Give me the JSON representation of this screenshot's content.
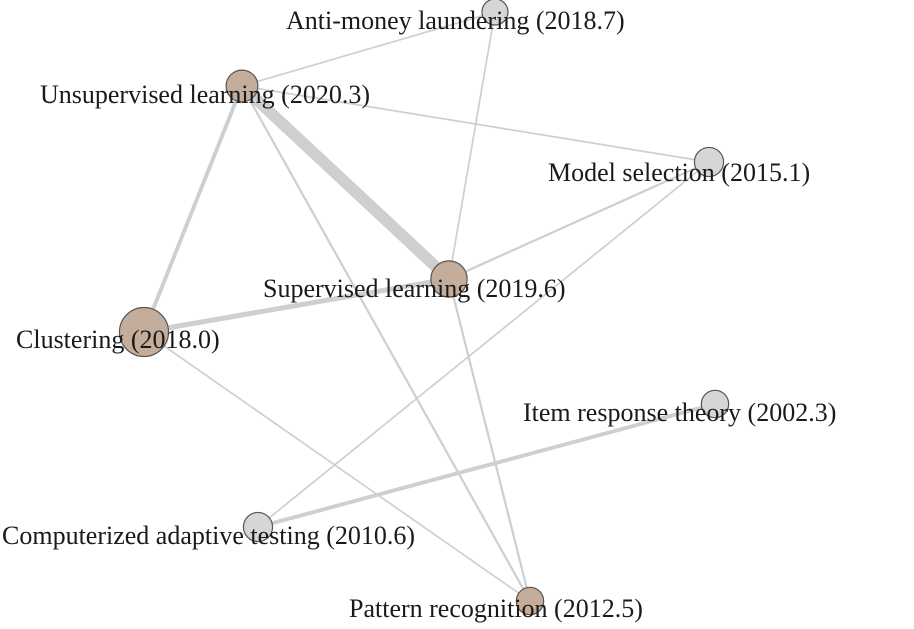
{
  "colors": {
    "recent_node": "#c4ad9a",
    "older_node": "#d6d6d6",
    "node_stroke": "#555555",
    "edge": "#cfcfcf",
    "label": "#1a1a1a"
  },
  "nodes": [
    {
      "id": "aml",
      "label": "Anti-money laundering (2018.7)",
      "weight": 1,
      "recent": false
    },
    {
      "id": "ul",
      "label": "Unsupervised learning (2020.3)",
      "weight": 2,
      "recent": true
    },
    {
      "id": "ms",
      "label": "Model selection (2015.1)",
      "weight": 1.5,
      "recent": false
    },
    {
      "id": "sl",
      "label": "Supervised learning (2019.6)",
      "weight": 3,
      "recent": true
    },
    {
      "id": "cl",
      "label": "Clustering (2018.0)",
      "weight": 7,
      "recent": true
    },
    {
      "id": "irt",
      "label": "Item response theory (2002.3)",
      "weight": 1.2,
      "recent": false
    },
    {
      "id": "cat",
      "label": "Computerized adaptive testing (2010.6)",
      "weight": 1.5,
      "recent": false
    },
    {
      "id": "pr",
      "label": "Pattern recognition (2012.5)",
      "weight": 1.2,
      "recent": true
    }
  ],
  "edges": [
    {
      "from": "ul",
      "to": "sl",
      "weight": 10
    },
    {
      "from": "ul",
      "to": "cl",
      "weight": 3
    },
    {
      "from": "cl",
      "to": "sl",
      "weight": 4
    },
    {
      "from": "ul",
      "to": "aml",
      "weight": 1
    },
    {
      "from": "ul",
      "to": "ms",
      "weight": 1
    },
    {
      "from": "ul",
      "to": "pr",
      "weight": 1.5
    },
    {
      "from": "sl",
      "to": "ms",
      "weight": 1.5
    },
    {
      "from": "sl",
      "to": "pr",
      "weight": 1.5
    },
    {
      "from": "sl",
      "to": "aml",
      "weight": 1
    },
    {
      "from": "cat",
      "to": "irt",
      "weight": 3
    },
    {
      "from": "cat",
      "to": "ms",
      "weight": 1
    },
    {
      "from": "cl",
      "to": "pr",
      "weight": 1
    }
  ]
}
